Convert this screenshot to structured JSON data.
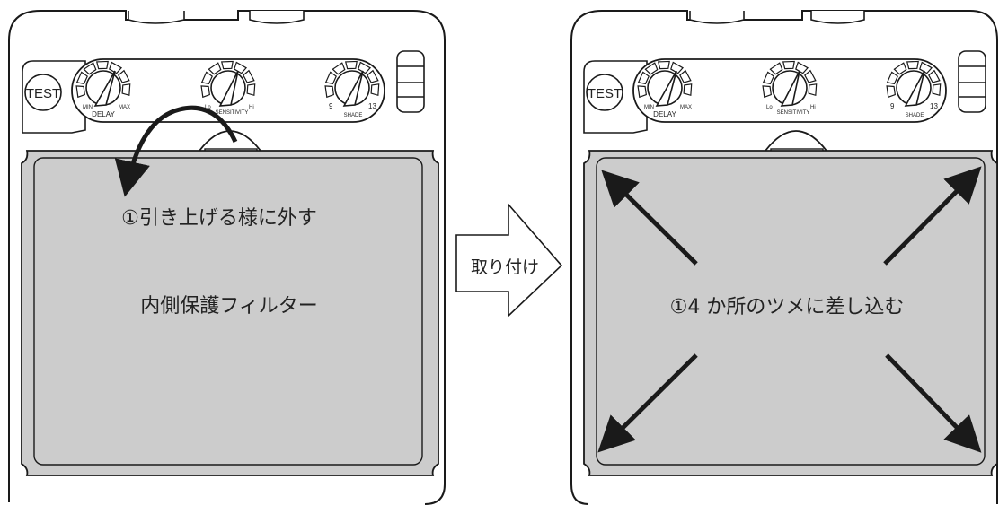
{
  "left": {
    "test_label": "TEST",
    "dials": [
      {
        "name": "DELAY",
        "min": "MIN",
        "max": "MAX"
      },
      {
        "name": "SENSITIVITY",
        "min": "Lo",
        "max": "Hi"
      },
      {
        "name": "SHADE",
        "min": "9",
        "max": "13"
      }
    ],
    "instruction": "①引き上げる様に外す",
    "filter_label": "内側保護フィルター"
  },
  "arrow_label": "取り付け",
  "right": {
    "test_label": "TEST",
    "dials": [
      {
        "name": "DELAY",
        "min": "MIN",
        "max": "MAX"
      },
      {
        "name": "SENSITIVITY",
        "min": "Lo",
        "max": "Hi"
      },
      {
        "name": "SHADE",
        "min": "9",
        "max": "13"
      }
    ],
    "instruction": "①4 か所のツメに差し込む"
  },
  "colors": {
    "outline": "#1a1a1a",
    "filter_fill": "#cccccc",
    "background": "#ffffff"
  }
}
